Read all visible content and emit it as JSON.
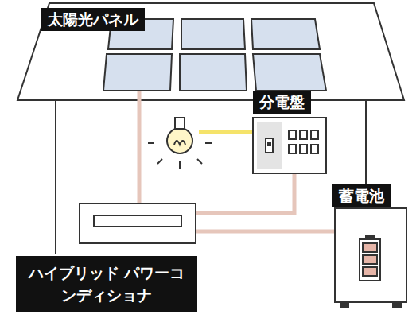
{
  "diagram": {
    "nodes": [
      {
        "text": [
          "太陽光パネル"
        ]
      },
      {
        "text": [
          "分電盤"
        ]
      },
      {
        "text": [
          "蓄電池"
        ]
      },
      {
        "text": [
          "ハイブリッド パワーコンディショナ"
        ]
      }
    ]
  }
}
